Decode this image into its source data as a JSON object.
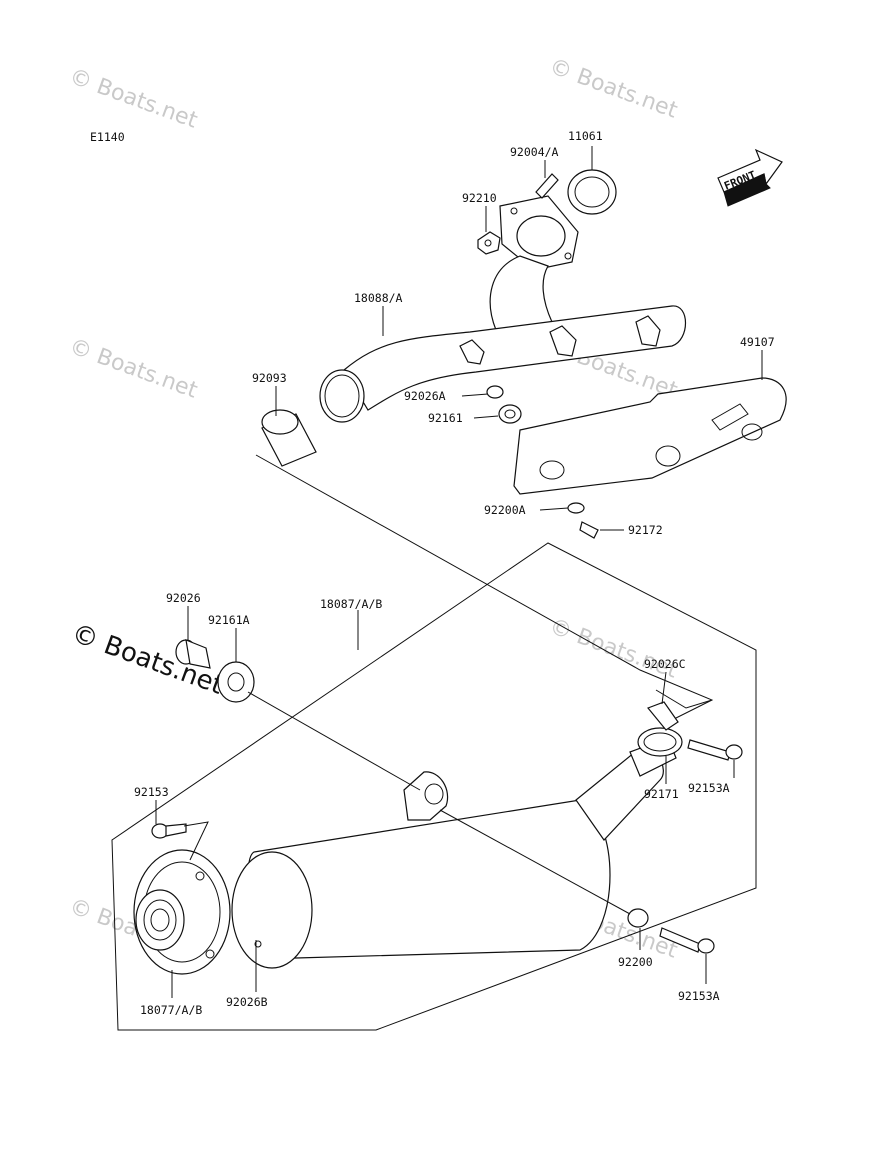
{
  "diagram_code": "E1140",
  "front_label": "FRONT",
  "watermarks": {
    "light": "© Boats.net",
    "dark": "© Boats.net"
  },
  "parts": {
    "p11061": "11061",
    "p92004A": "92004/A",
    "p92210": "92210",
    "p18088A": "18088/A",
    "p49107": "49107",
    "p92093": "92093",
    "p92026A": "92026A",
    "p92161": "92161",
    "p92200A": "92200A",
    "p92172": "92172",
    "p92026": "92026",
    "p18087AB": "18087/A/B",
    "p92161A": "92161A",
    "p92026C": "92026C",
    "p92153": "92153",
    "p92153A_top": "92153A",
    "p92171": "92171",
    "p92200": "92200",
    "p92153A_bot": "92153A",
    "p18077AB": "18077/A/B",
    "p92026B": "92026B"
  }
}
